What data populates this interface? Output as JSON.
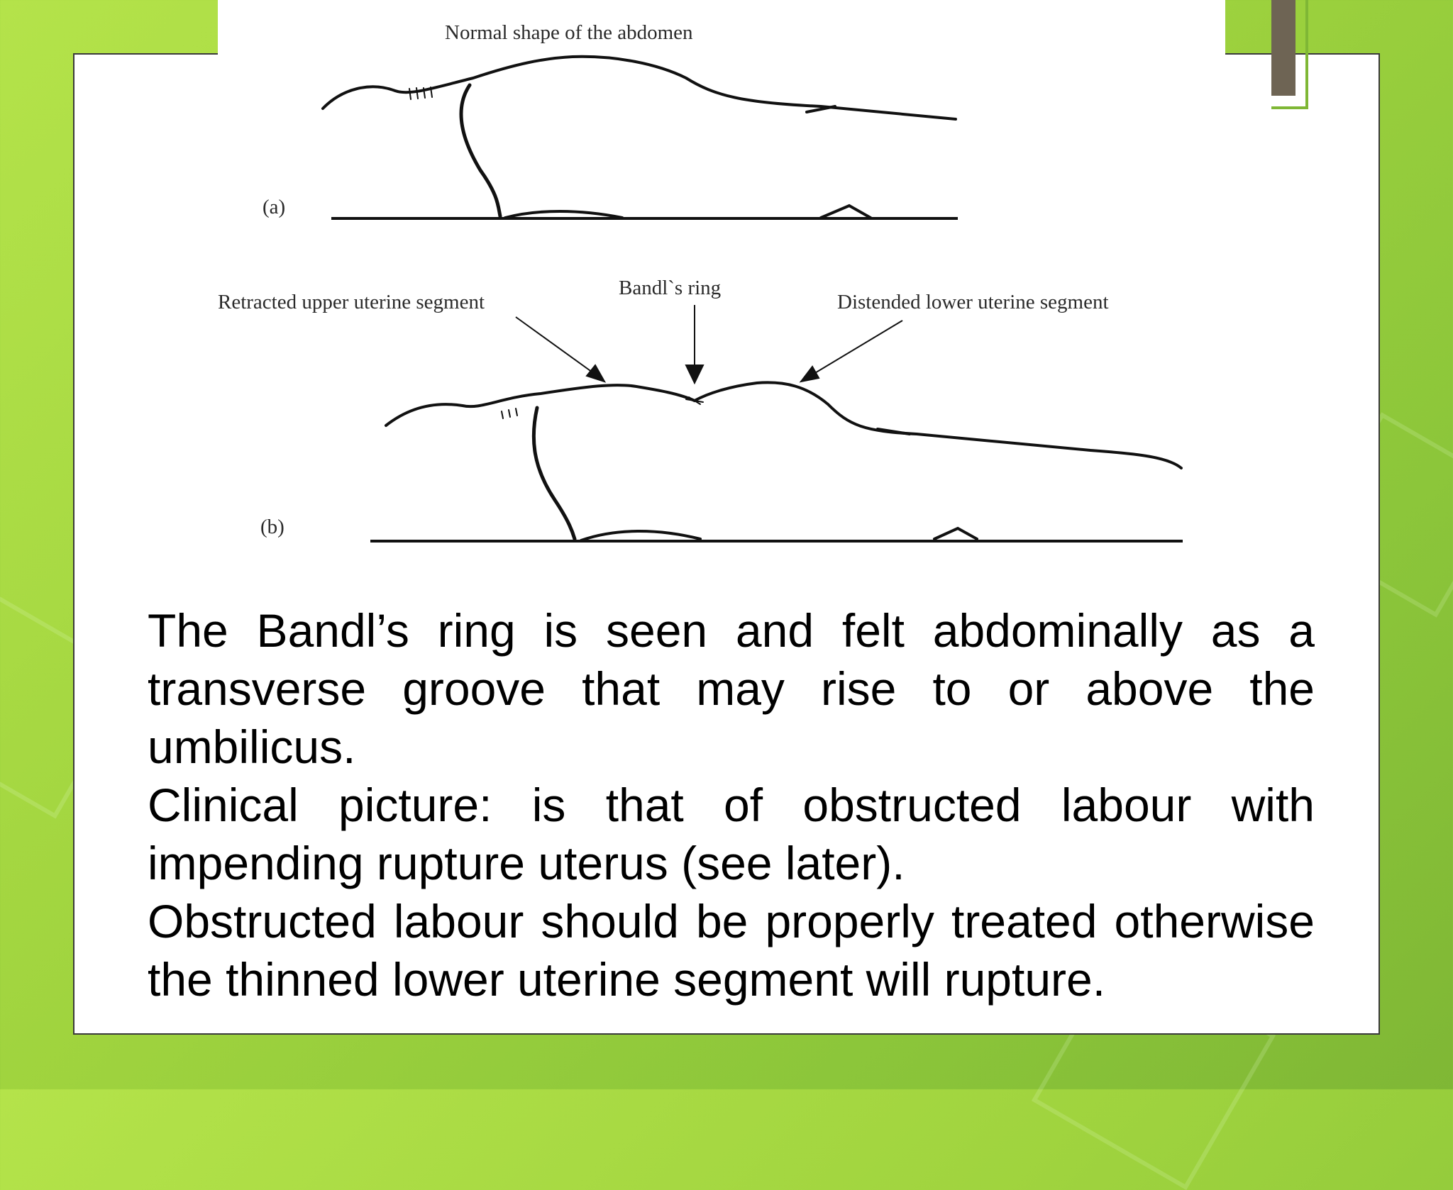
{
  "figure": {
    "title": "Normal shape of the abdomen",
    "label_a": "(a)",
    "label_b": "(b)",
    "label_retracted": "Retracted upper uterine segment",
    "label_ring": "Bandl`s ring",
    "label_distended": "Distended lower uterine segment"
  },
  "text": {
    "paragraphs": [
      "The Bandl’s ring is seen and felt abdominally as a transverse groove that may rise to or above the umbilicus.",
      "Clinical picture: is that of obstructed labour with impending rupture uterus (see later).",
      "Obstructed labour should be properly treated otherwise the thinned lower uterine segment will rupture."
    ]
  },
  "colors": {
    "background_green": "#9fd33e",
    "accent_bar": "#6e6454"
  }
}
